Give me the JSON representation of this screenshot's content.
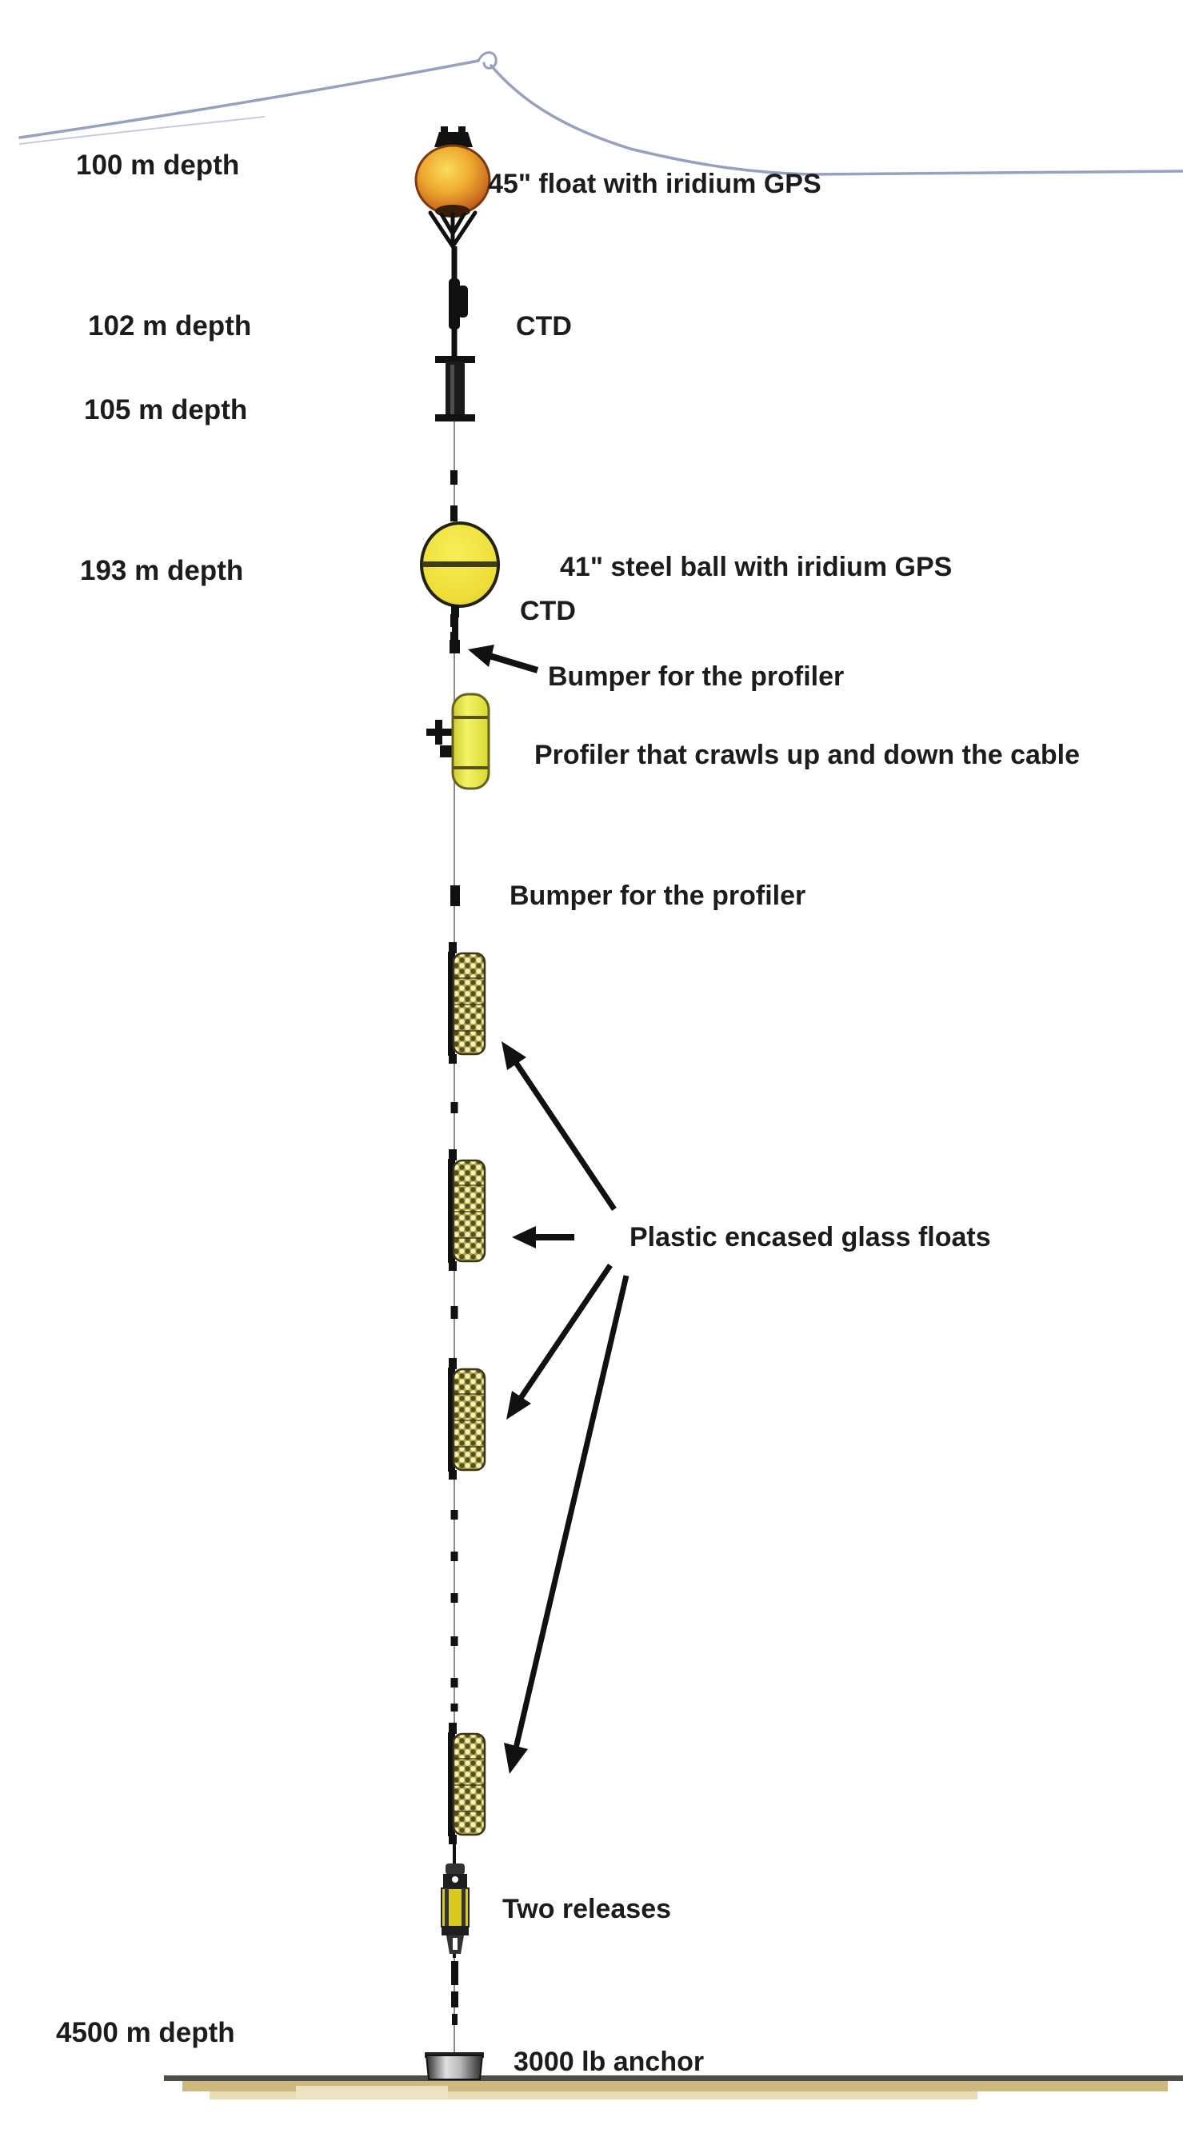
{
  "diagram": {
    "kind": "ocean mooring line schematic",
    "depth_markers": [
      {
        "text": "100 m depth"
      },
      {
        "text": "102 m depth"
      },
      {
        "text": "105 m depth"
      },
      {
        "text": "193 m depth"
      },
      {
        "text": "4500 m depth"
      }
    ],
    "annotations": [
      {
        "text": "45\" float with iridium GPS"
      },
      {
        "text": "CTD"
      },
      {
        "text": "41\" steel ball with iridium GPS"
      },
      {
        "text": "CTD"
      },
      {
        "text": "Bumper for the profiler"
      },
      {
        "text": "Profiler that crawls up and down the cable"
      },
      {
        "text": "Bumper for the profiler"
      },
      {
        "text": "Plastic encased glass floats"
      },
      {
        "text": "Two releases"
      },
      {
        "text": "3000 lb anchor"
      }
    ],
    "colors": {
      "wave_line": "#98a0bf",
      "label_text": "#1c1c1c",
      "float_orange": "#e8912a",
      "steel_ball_yellow": "#f0e33e",
      "profiler_yellow": "#ecec3d",
      "glass_float_olive": "#b0a647",
      "releases_yellow": "#d9c91f",
      "anchor_gray": "#9a9a9a",
      "seafloor_tan": "#cdb97e",
      "seafloor_line": "#4e4c46",
      "arrow_black": "#111111"
    }
  }
}
